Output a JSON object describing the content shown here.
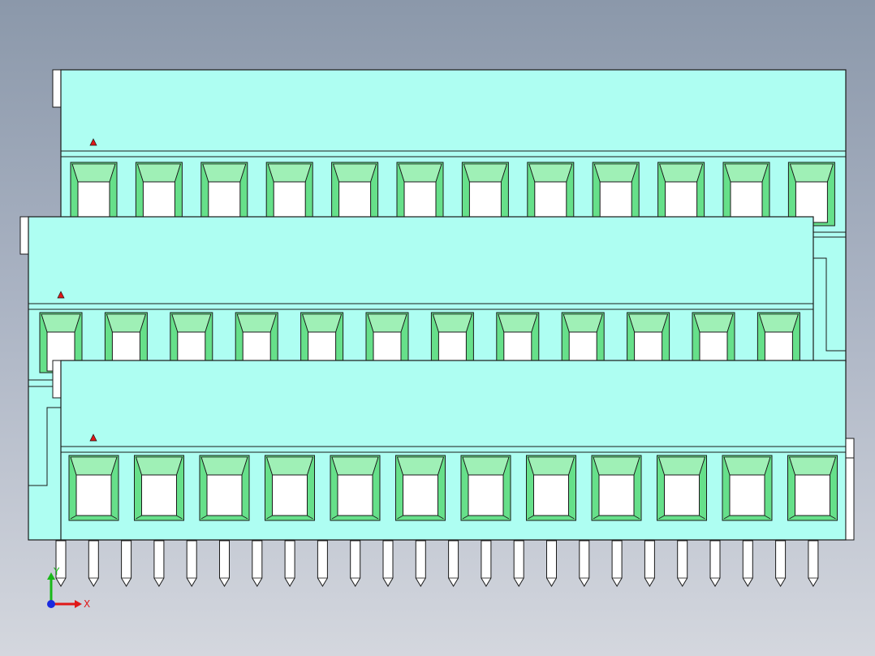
{
  "viewport": {
    "background_top": "#8b98aa",
    "background_bottom": "#d4d7de"
  },
  "model": {
    "body_color": "#aefef2",
    "edge_color": "#1a1a1a",
    "socket_frame_color": "#66e08a",
    "socket_face_color": "#9ff0b6",
    "socket_hole_color": "#ffffff",
    "marker_color": "#e01818",
    "pin_color": "#ffffff",
    "headers": [
      {
        "name": "rear",
        "socket_count": 12
      },
      {
        "name": "middle",
        "socket_count": 12
      },
      {
        "name": "front",
        "socket_count": 12
      }
    ],
    "pin_count": 24
  },
  "triad": {
    "x_label": "X",
    "y_label": "Y",
    "x_color": "#e01818",
    "y_color": "#18b818",
    "z_color": "#1a2ae0"
  }
}
